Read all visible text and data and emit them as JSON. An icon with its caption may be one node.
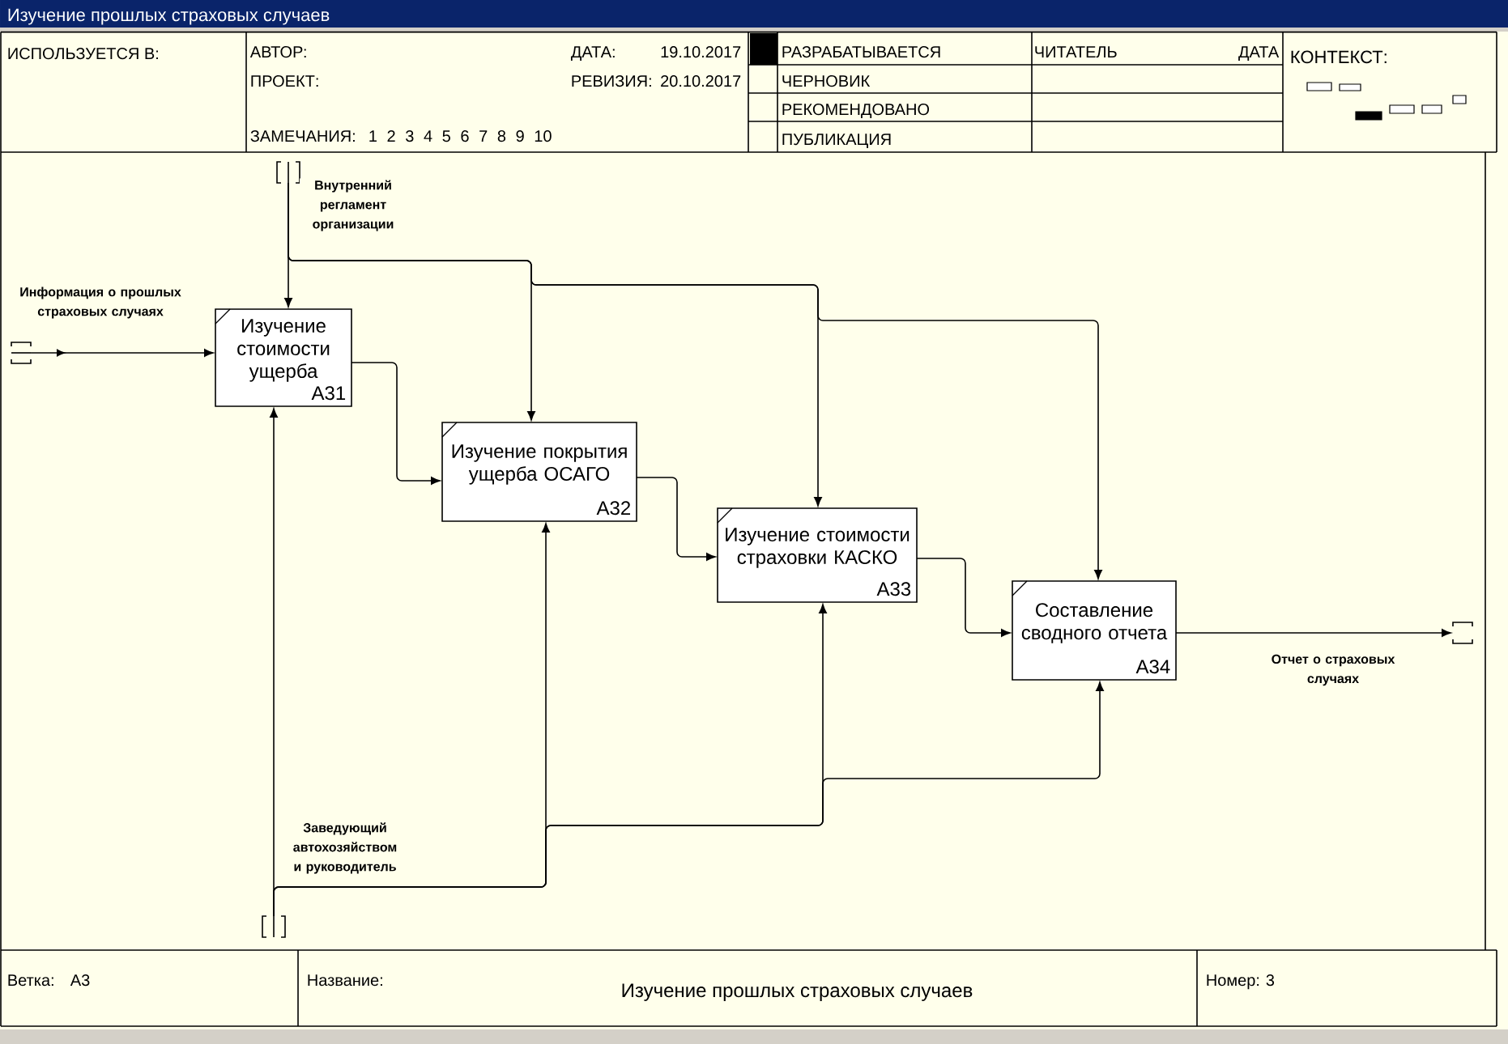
{
  "diagram": {
    "title": "Изучение прошлых страховых случаев",
    "nodes": [
      {
        "text": [
          "Изучение стоимости ущерба",
          "A31"
        ]
      },
      {
        "text": [
          "Изучение покрытия ущерба ОСАГО",
          "A32"
        ]
      },
      {
        "text": [
          "Изучение стоимости страховки КАСКО",
          "A33"
        ]
      },
      {
        "text": [
          "Составление сводного отчета",
          "A34"
        ]
      },
      {
        "text": [],
        "shape": "bracket"
      },
      {
        "text": [],
        "shape": "bracket"
      },
      {
        "text": [],
        "shape": "bracket"
      },
      {
        "text": [],
        "shape": "bracket"
      }
    ],
    "edges": [
      {
        "from": 4,
        "to": 0,
        "arrow": "to",
        "label": "Информация о прошлых страховых случаях"
      },
      {
        "from": 5,
        "to": 0,
        "arrow": "to",
        "label": "Внутренний регламент организации"
      },
      {
        "from": 5,
        "to": 1,
        "arrow": "to"
      },
      {
        "from": 5,
        "to": 2,
        "arrow": "to"
      },
      {
        "from": 5,
        "to": 3,
        "arrow": "to"
      },
      {
        "from": 6,
        "to": 0,
        "arrow": "to",
        "label": "Заведующий автохозяйством и руководитель"
      },
      {
        "from": 6,
        "to": 1,
        "arrow": "to"
      },
      {
        "from": 6,
        "to": 2,
        "arrow": "to"
      },
      {
        "from": 6,
        "to": 3,
        "arrow": "to"
      },
      {
        "from": 0,
        "to": 1,
        "arrow": "to"
      },
      {
        "from": 1,
        "to": 2,
        "arrow": "to"
      },
      {
        "from": 2,
        "to": 3,
        "arrow": "to"
      },
      {
        "from": 3,
        "to": 7,
        "arrow": "to",
        "label": "Отчет о страховых случаях"
      }
    ],
    "labels": [
      "ИСПОЛЬЗУЕТСЯ В:",
      "АВТОР:",
      "ДАТА:",
      "19.10.2017",
      "РАЗРАБАТЫВАЕТСЯ",
      "ЧИТАТЕЛЬ",
      "ДАТА",
      "КОНТЕКСТ:",
      "ПРОЕКТ:",
      "РЕВИЗИЯ:",
      "20.10.2017",
      "ЧЕРНОВИК",
      "РЕКОМЕНДОВАНО",
      "ЗАМЕЧАНИЯ:",
      "1 2 3 4 5 6 7 8 9 10",
      "ПУБЛИКАЦИЯ",
      "Ветка:",
      "A3",
      "Название:",
      "Изучение прошлых страховых случаев",
      "Номер:",
      "3"
    ]
  }
}
